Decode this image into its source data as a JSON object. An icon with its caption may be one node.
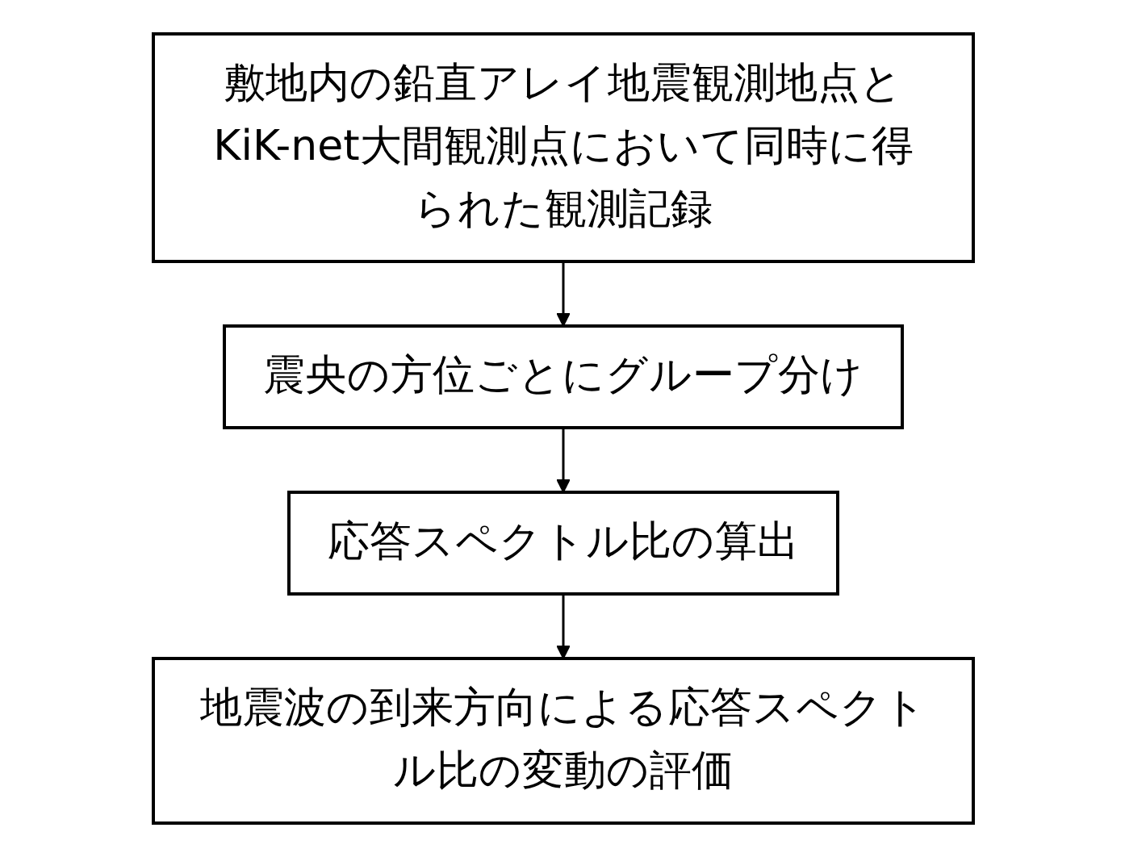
{
  "diagram": {
    "nodes": [
      {
        "text": [
          "敷地内の鉛直アレイ地震観測地点とKiK-net大間観測点において同時に得られた観測記録"
        ]
      },
      {
        "text": [
          "震央の方位ごとにグループ分け"
        ]
      },
      {
        "text": [
          "応答スペクトル比の算出"
        ]
      },
      {
        "text": [
          "地震波の到来方向による応答スペクトル比の変動の評価"
        ]
      }
    ],
    "edges": [
      {
        "from": 0,
        "to": 1,
        "arrow": "to"
      },
      {
        "from": 1,
        "to": 2,
        "arrow": "to"
      },
      {
        "from": 2,
        "to": 3,
        "arrow": "to"
      }
    ]
  }
}
